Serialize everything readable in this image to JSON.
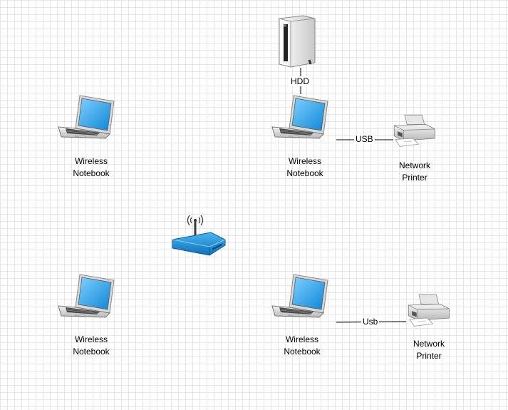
{
  "nodes": {
    "server": {
      "icon": "server-tower-icon"
    },
    "router": {
      "icon": "wireless-router-icon"
    },
    "notebook_top_left": {
      "icon": "laptop-icon",
      "line1": "Wireless",
      "line2": "Notebook"
    },
    "notebook_top_right": {
      "icon": "laptop-icon",
      "line1": "Wireless",
      "line2": "Notebook"
    },
    "notebook_bottom_left": {
      "icon": "laptop-icon",
      "line1": "Wireless",
      "line2": "Notebook"
    },
    "notebook_bottom_right": {
      "icon": "laptop-icon",
      "line1": "Wireless",
      "line2": "Notebook"
    },
    "printer_top": {
      "icon": "printer-icon",
      "line1": "Network",
      "line2": "Printer"
    },
    "printer_bottom": {
      "icon": "printer-icon",
      "line1": "Network",
      "line2": "Printer"
    }
  },
  "edges": {
    "server_to_notebook": {
      "label": "HDD"
    },
    "notebook_to_printer_top": {
      "label": "USB"
    },
    "notebook_to_printer_bottom": {
      "label": "Usb"
    }
  },
  "colors": {
    "screen_blue": "#1fa0e6",
    "router_blue": "#1a90d6",
    "grid": "#e6e6e6"
  }
}
